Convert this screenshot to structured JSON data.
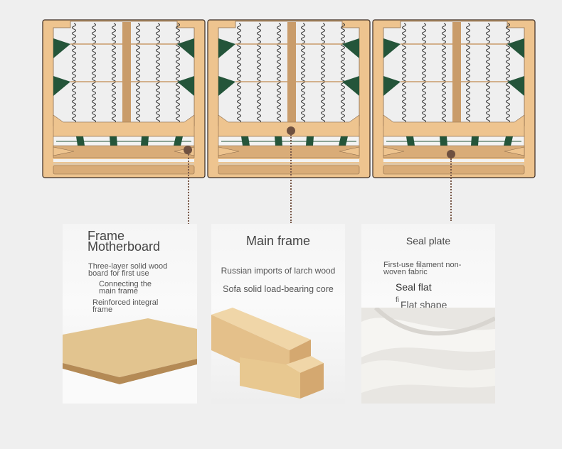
{
  "colors": {
    "frame": "#eec48f",
    "wood": "#c99c6a",
    "green": "#24553a",
    "marker": "#6e5040"
  },
  "cards": [
    {
      "title_line1": "Frame",
      "title_line2": "Motherboard",
      "lines": [
        "Three-layer solid wood",
        "board for first use",
        "Connecting the",
        "main frame",
        "Reinforced integral",
        "frame"
      ]
    },
    {
      "title": "Main frame",
      "lines": [
        "Russian imports of larch wood",
        "Sofa solid load-bearing core"
      ]
    },
    {
      "title": "Seal plate",
      "lines": [
        "First-use filament non-",
        "woven fabric",
        "Seal flat",
        "fi",
        "Flat shape"
      ]
    }
  ]
}
